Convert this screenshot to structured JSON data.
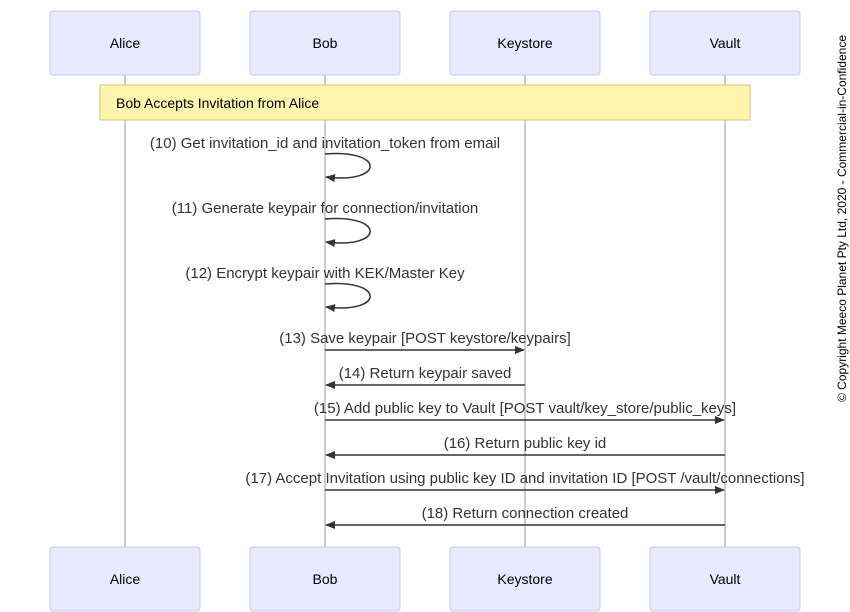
{
  "actors": [
    {
      "id": "alice",
      "label": "Alice"
    },
    {
      "id": "bob",
      "label": "Bob"
    },
    {
      "id": "keystore",
      "label": "Keystore"
    },
    {
      "id": "vault",
      "label": "Vault"
    }
  ],
  "note": {
    "text": "Bob Accepts Invitation from Alice",
    "over": [
      "alice",
      "vault"
    ]
  },
  "messages": [
    {
      "from": "bob",
      "to": "bob",
      "label": "(10) Get invitation_id and invitation_token from email",
      "style": "solid"
    },
    {
      "from": "bob",
      "to": "bob",
      "label": "(11) Generate keypair for connection/invitation",
      "style": "solid"
    },
    {
      "from": "bob",
      "to": "bob",
      "label": "(12) Encrypt keypair with KEK/Master Key",
      "style": "solid"
    },
    {
      "from": "bob",
      "to": "keystore",
      "label": "(13) Save keypair [POST keystore/keypairs]",
      "style": "solid"
    },
    {
      "from": "keystore",
      "to": "bob",
      "label": "(14) Return keypair saved",
      "style": "solid"
    },
    {
      "from": "bob",
      "to": "vault",
      "label": "(15) Add public key to Vault [POST vault/key_store/public_keys]",
      "style": "solid"
    },
    {
      "from": "vault",
      "to": "bob",
      "label": "(16) Return public key id",
      "style": "solid"
    },
    {
      "from": "bob",
      "to": "vault",
      "label": "(17) Accept Invitation using public key ID and invitation ID [POST /vault/connections]",
      "style": "solid"
    },
    {
      "from": "vault",
      "to": "bob",
      "label": "(18) Return connection created",
      "style": "solid"
    }
  ],
  "copyright": "© Copyright Meeco Planet Pty Ltd, 2020 - Commercial-in-Confidence",
  "colors": {
    "actor_fill": "#eaeaff",
    "actor_stroke": "#c6c6f0",
    "lifeline": "#999999",
    "note_fill": "#fff5ad",
    "note_stroke": "#d6c96a",
    "message": "#333333"
  }
}
